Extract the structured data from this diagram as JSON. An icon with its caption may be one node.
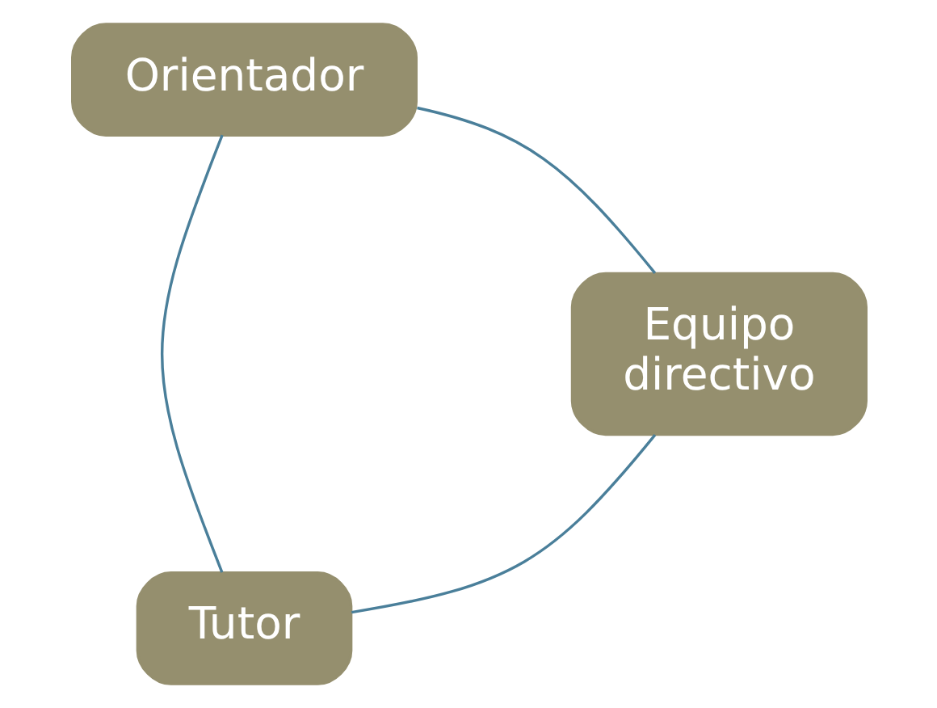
{
  "diagram": {
    "nodes": [
      {
        "text": [
          "Tutor"
        ]
      },
      {
        "text": [
          "Orientador"
        ]
      },
      {
        "text": [
          "Equipo directivo"
        ]
      }
    ],
    "edges": [
      {
        "from": 0,
        "to": 1,
        "arrow": "none"
      },
      {
        "from": 1,
        "to": 2,
        "arrow": "none"
      },
      {
        "from": 2,
        "to": 0,
        "arrow": "none"
      }
    ]
  }
}
